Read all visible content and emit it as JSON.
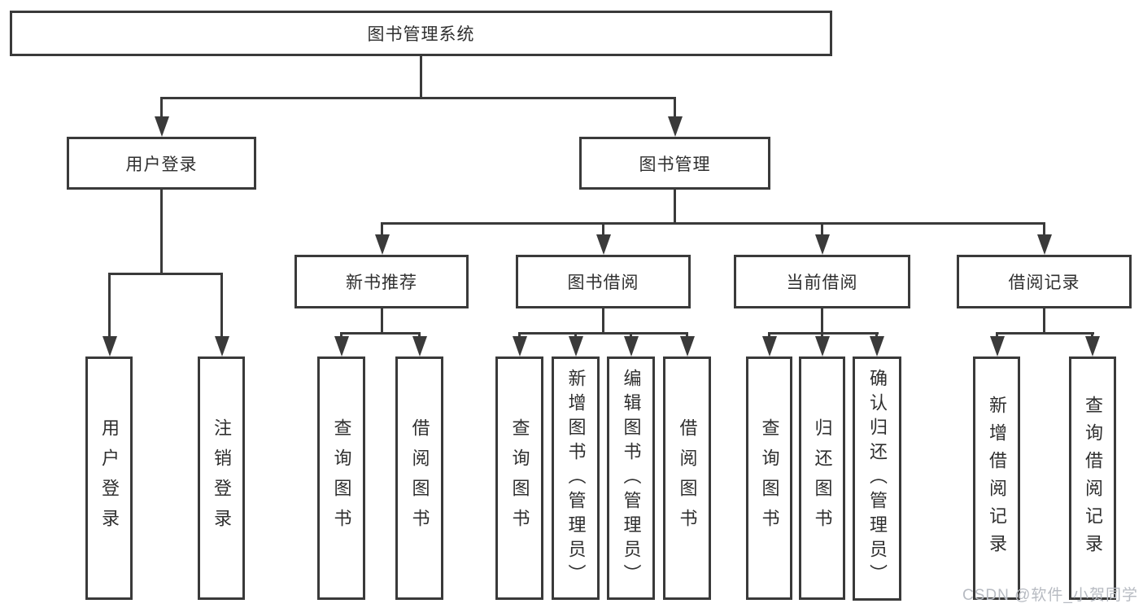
{
  "diagram": {
    "root": {
      "label": "图书管理系统"
    },
    "branches": [
      {
        "label": "用户登录",
        "children": [
          {
            "label": "用户登录"
          },
          {
            "label": "注销登录"
          }
        ]
      },
      {
        "label": "图书管理",
        "children": [
          {
            "label": "新书推荐",
            "children": [
              {
                "label": "查询图书"
              },
              {
                "label": "借阅图书"
              }
            ]
          },
          {
            "label": "图书借阅",
            "children": [
              {
                "label": "查询图书"
              },
              {
                "label": "新增图书（管理员）"
              },
              {
                "label": "编辑图书（管理员）"
              },
              {
                "label": "借阅图书"
              }
            ]
          },
          {
            "label": "当前借阅",
            "children": [
              {
                "label": "查询图书"
              },
              {
                "label": "归还图书"
              },
              {
                "label": "确认归还（管理员）"
              }
            ]
          },
          {
            "label": "借阅记录",
            "children": [
              {
                "label": "新增借阅记录"
              },
              {
                "label": "查询借阅记录"
              }
            ]
          }
        ]
      }
    ]
  },
  "watermark": {
    "text": "CSDN @软件_小贺同学"
  },
  "colors": {
    "line": "#3a3a3a",
    "text": "#2f2f2f",
    "watermark": "#b7bbc2"
  }
}
